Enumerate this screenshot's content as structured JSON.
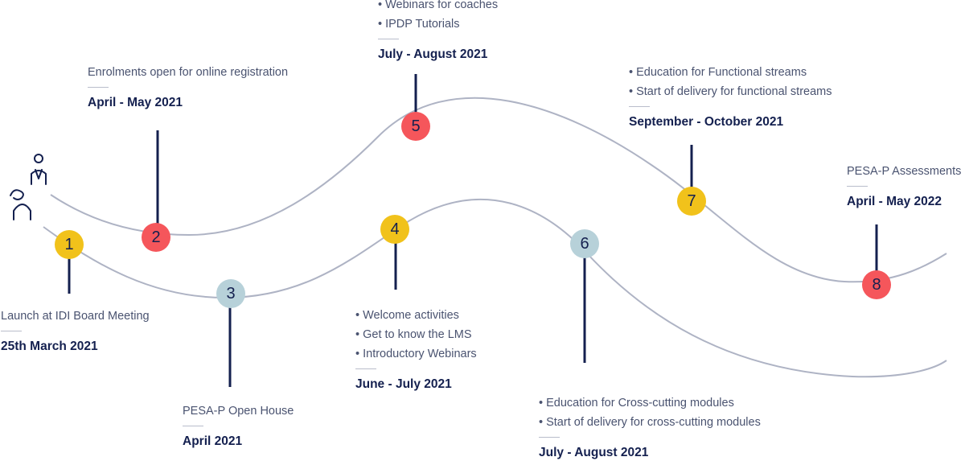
{
  "colors": {
    "navy": "#14204f",
    "yellow": "#f1c21b",
    "red": "#f5565b",
    "lightblue": "#b7d1d9",
    "curve": "#aeb3c4",
    "text": "#4a5370"
  },
  "icon": "people-icon",
  "milestones": [
    {
      "number": "1",
      "color": "yellow",
      "lines": [
        "Launch at IDI Board Meeting"
      ],
      "date": "25th March 2021"
    },
    {
      "number": "2",
      "color": "red",
      "lines": [
        "Enrolments open for online registration"
      ],
      "date": "April - May 2021"
    },
    {
      "number": "3",
      "color": "lightblue",
      "lines": [
        "PESA-P Open House"
      ],
      "date": "April 2021"
    },
    {
      "number": "4",
      "color": "yellow",
      "lines": [
        "• Welcome activities",
        "• Get to know the LMS",
        "• Introductory Webinars"
      ],
      "date": "June - July 2021"
    },
    {
      "number": "5",
      "color": "red",
      "lines": [
        "• Webinars for coaches",
        "• IPDP Tutorials"
      ],
      "date": "July - August 2021"
    },
    {
      "number": "6",
      "color": "lightblue",
      "lines": [
        "• Education for Cross-cutting modules",
        "• Start of delivery for cross-cutting modules"
      ],
      "date": "July - August 2021"
    },
    {
      "number": "7",
      "color": "yellow",
      "lines": [
        "• Education for Functional streams",
        "• Start of delivery for functional streams"
      ],
      "date": "September - October 2021"
    },
    {
      "number": "8",
      "color": "red",
      "lines": [
        "PESA-P Assessments"
      ],
      "date": "April - May 2022"
    }
  ]
}
